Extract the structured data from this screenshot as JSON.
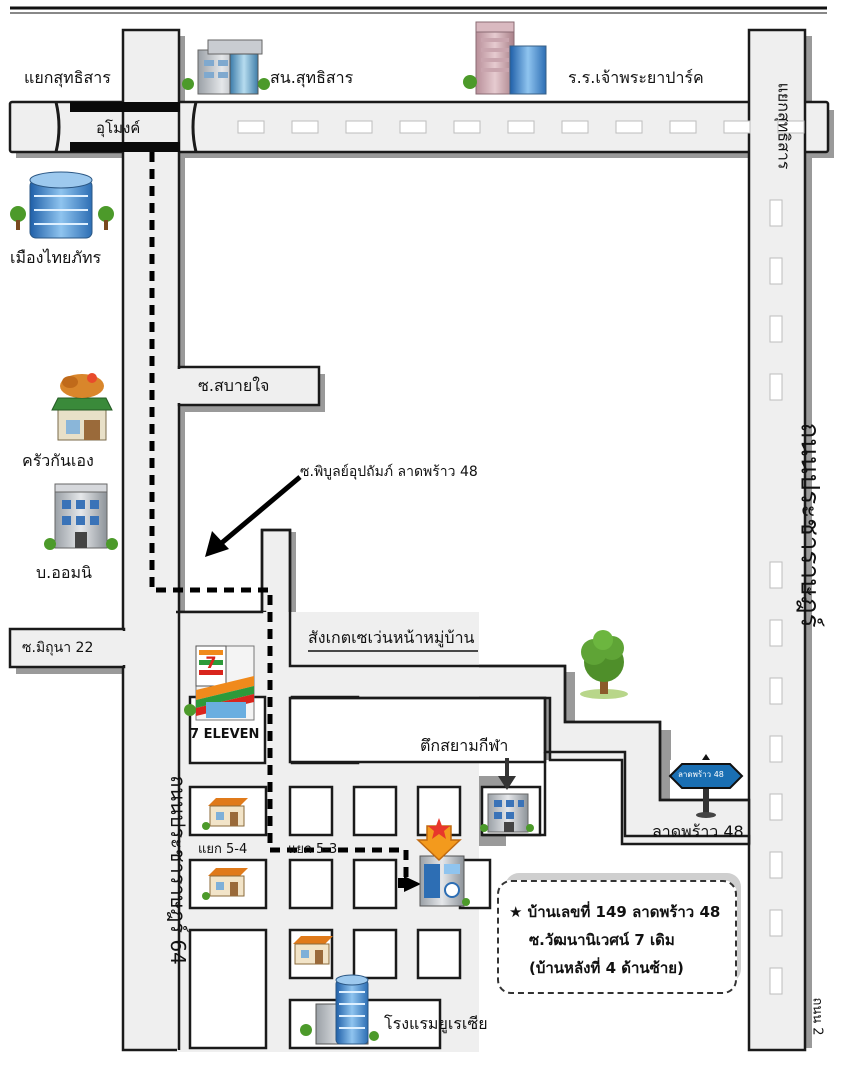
{
  "roads": {
    "sukhumvit_corner": "แยกสุทธิสาร",
    "tunnel": "อุโมงค์",
    "soi_sabaijai": "ซ.สบายใจ",
    "soi_phibun": "ซ.พิบูลย์อุปถัมภ์ ลาดพร้าว 48",
    "soi_mithuna": "ซ.มิถุนา 22",
    "junction_5_4": "แยก 5-4",
    "junction_5_3": "แยก 5-3",
    "ladprao_48": "ลาดพร้าว 48",
    "road_left_vertical": "ถนนประชาราษฎร์ 64",
    "road_right_vertical": "ถนนประชาราษฎร์",
    "road_right_top": "แยกสุทธิสาร",
    "road_bottom_right": "ถนน 2"
  },
  "landmarks": {
    "police_station": "สน.สุทธิสาร",
    "chaophraya_park": "ร.ร.เจ้าพระยาปาร์ค",
    "muang_thai": "เมืองไทยภัทร",
    "krua_kan_eng": "ครัวกันเอง",
    "b_aomni": "บ.ออมนิ",
    "seven_eleven": "7 ELEVEN",
    "seven_eleven_note": "สังเกตเซเว่นหน้าหมู่บ้าน",
    "tuk_siam_kila": "ตึกสยามกีฬา",
    "eurasia_hotel": "โรงแรมยูเรเซีย",
    "ladprao_sign": "ลาดพร้าว 48"
  },
  "address": {
    "line1": "★ บ้านเลขที่ 149 ลาดพร้าว 48",
    "line2": "ซ.วัฒนานิเวศน์ 7 เดิม",
    "line3": "(บ้านหลังที่ 4 ด้านซ้าย)"
  },
  "colors": {
    "road_fill": "#efefef",
    "road_edge": "#1a1a1a",
    "road_shadow": "#9a9a9a",
    "tunnel": "#0a0a0a",
    "route": "#000000",
    "destination_star": "#f39a1d",
    "sign_blue": "#1a6fb3"
  }
}
